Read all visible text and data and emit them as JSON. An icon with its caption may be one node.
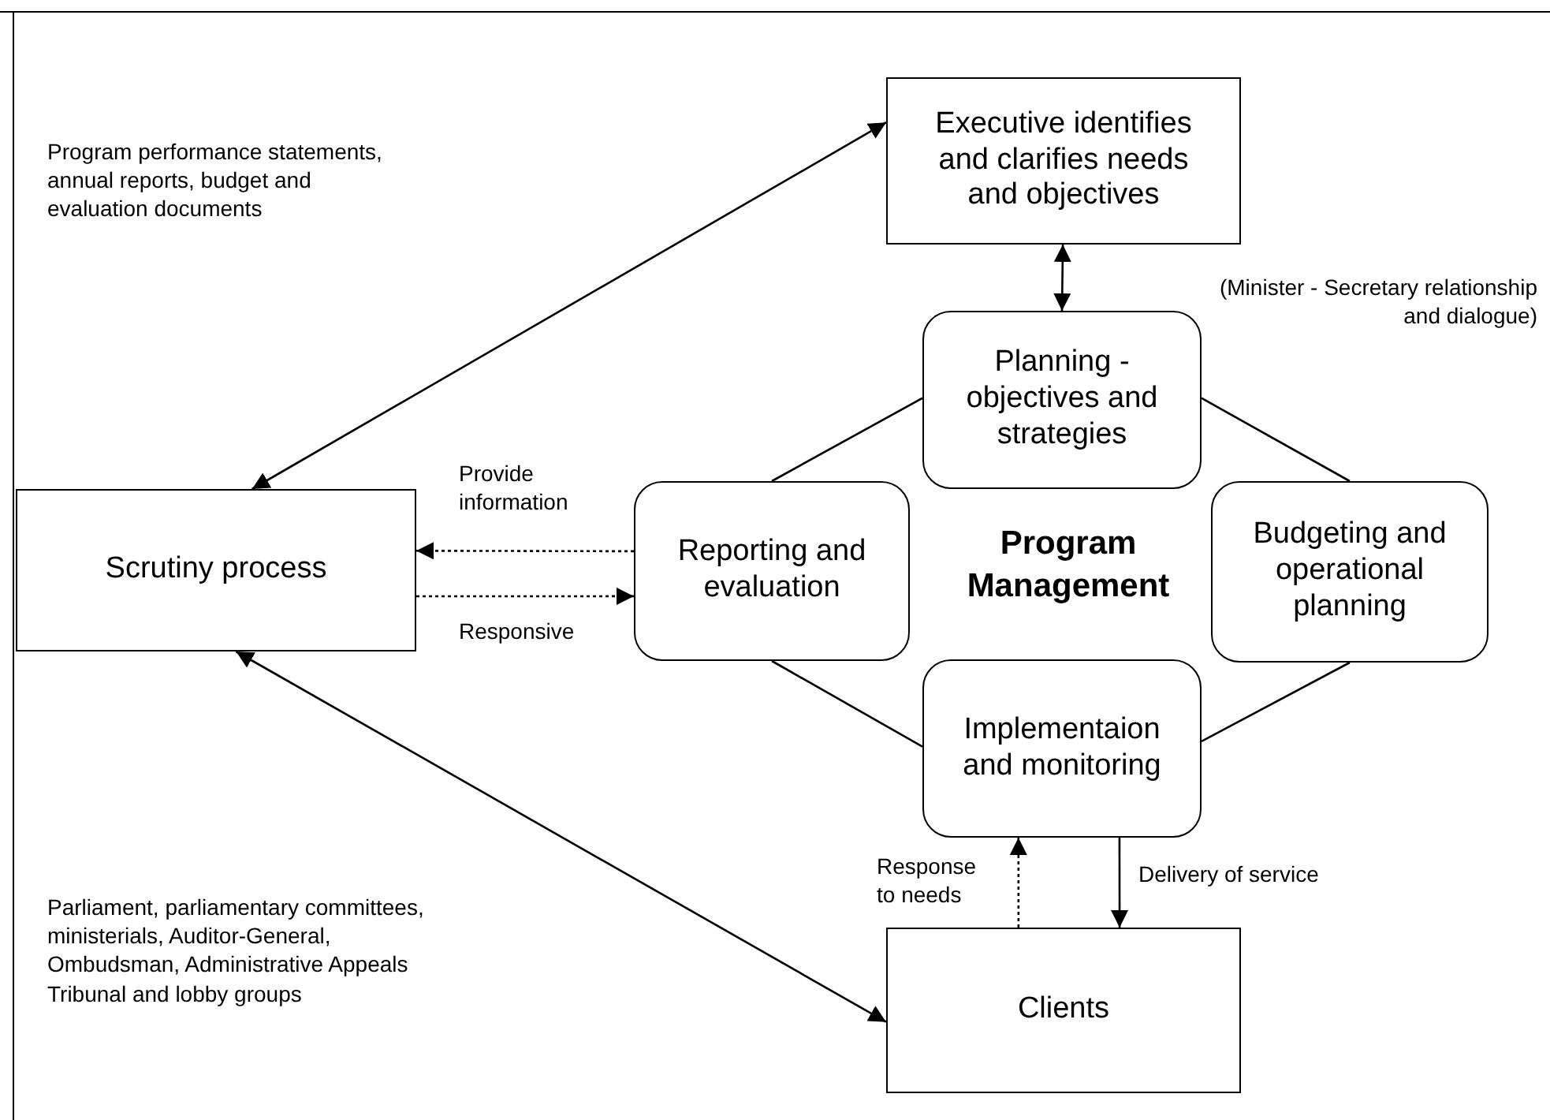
{
  "diagram": {
    "nodes": [
      {
        "text": [
          "Executive identifies and clarifies needs and objectives"
        ]
      },
      {
        "text": [
          "Planning - objectives and strategies"
        ]
      },
      {
        "text": [
          "Scrutiny process"
        ]
      },
      {
        "text": [
          "Reporting and evaluation"
        ]
      },
      {
        "text": [
          "Budgeting and operational planning"
        ]
      },
      {
        "text": [
          "Implementaion and monitoring"
        ]
      },
      {
        "text": [
          "Clients"
        ]
      }
    ],
    "edges": [
      {
        "from": 2,
        "to": 0,
        "arrow": "both"
      },
      {
        "from": 0,
        "to": 1,
        "arrow": "both"
      },
      {
        "from": 3,
        "to": 2,
        "arrow": "to",
        "style": "dashed",
        "label": "Provide information"
      },
      {
        "from": 2,
        "to": 3,
        "arrow": "to",
        "style": "dashed",
        "label": "Responsive"
      },
      {
        "from": 2,
        "to": 6,
        "arrow": "both"
      },
      {
        "from": 6,
        "to": 5,
        "arrow": "to",
        "style": "dashed",
        "label": "Response to needs"
      },
      {
        "from": 5,
        "to": 6,
        "arrow": "to",
        "label": "Delivery of service"
      },
      {
        "from": 1,
        "to": 3,
        "arrow": "none"
      },
      {
        "from": 1,
        "to": 4,
        "arrow": "none"
      },
      {
        "from": 4,
        "to": 5,
        "arrow": "none"
      },
      {
        "from": 3,
        "to": 5,
        "arrow": "none"
      }
    ],
    "labels": [
      "Program performance statements, annual reports, budget and evaluation documents",
      "(Minister - Secretary relationship and dialogue)",
      "Program Management",
      "Parliament, parliamentary committees, ministerials, Auditor-General, Ombudsman, Administrative Appeals Tribunal and lobby groups"
    ]
  }
}
